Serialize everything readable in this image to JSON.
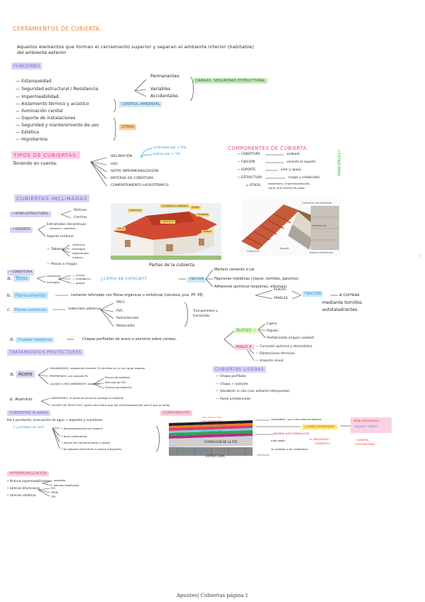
{
  "title": "CERRAMIENTOS DE CUBIERTA.",
  "intro": [
    "Aquellos elementos que forman el cerramiento superior y separan el ambiente interior (habitable)",
    "del ambiente exterior"
  ],
  "funciones": {
    "heading": "FUNCIONES",
    "items": [
      "Estanqueidad",
      "Seguridad estructural / Resistencia",
      "Impermeabilidad.",
      "Aislamiento térmico y acústico",
      "Iluminación cenital",
      "Soporte de instalaciones",
      "Seguridad y mantenimiento de uso",
      "Estética",
      "Higrotermia"
    ],
    "cargas": [
      "Permanentes",
      "Variables",
      "Accidentales"
    ],
    "cargas_box": "CARGAS. SEGURIDAD ESTRUCTURAL",
    "control_box": "CONTROL AMBIENTAL",
    "otras_box": "OTRAS"
  },
  "tipos": {
    "heading": "TIPOS DE CUBIERTAS.",
    "lead": "Teniendo en cuenta:",
    "items": [
      "INCLINACIÓN",
      "USO",
      "SISTM. IMPERMEABILIZACIÓN",
      "MATERIAL DE COBERTURA.",
      "COMPORTAMIENTO HIGROTÉRMICO."
    ],
    "inclinacion_notes": [
      "inclinadas por > 5%.",
      "planas por < 5%."
    ]
  },
  "componentes": {
    "heading": "COMPONENTES DE CUBIERTA.",
    "items": [
      {
        "k": "COBERTURA",
        "v": "acabado"
      },
      {
        "k": "FIJACIÓN",
        "v": "conecta al soporte"
      },
      {
        "k": "SOPORTE",
        "v": "pilar y apoyo"
      },
      {
        "k": "ESTRUCTURA",
        "v": "cargas y estabilidad"
      }
    ],
    "otros_label": "OTROS:",
    "otros_value": [
      "aislamiento, impermeabilización,",
      "cáma. aire, barrera de vapor"
    ],
    "side": "PRINCIPALES!!"
  },
  "inclinadas": {
    "heading": "CUBIERTAS INCLINADAS",
    "sfma": "SFMA ESTRUCTURAL",
    "sfma_items": [
      "Pórticos",
      "Cerchas"
    ],
    "soporte": "SOPORTE",
    "soporte_items": [
      "Entramados discontinuos",
      "(listones o rastreles)",
      "Soporte continuo"
    ],
    "tableros": "Tableros",
    "tableros_items": [
      "cerámico",
      "hormigón",
      "aglomerado",
      "madera"
    ],
    "placas": "Placas o chapas",
    "partes": "Partes de la cubierta.",
    "house_tags": [
      "Limahoya",
      "Cumbrera o caballete",
      "Alero",
      "Faldón",
      "Limatesa",
      "Cobertura",
      "Hastial"
    ],
    "roof_tags": [
      "Formación de pendiente",
      "Aislamiento",
      "Cobertura",
      "Soporte",
      "Sistema estructural"
    ]
  },
  "cobertura": {
    "heading": "COBERTURA",
    "tejas_label": "Tejas",
    "tejas_types": [
      "cerámicas",
      "hormigón"
    ],
    "tejas_shapes": [
      "curvas",
      "mixtas",
      "planas"
    ],
    "como": "¿cómo se colocan?",
    "fijacion": "FIJACIÓN",
    "fijacion_items": [
      "Mortero cemento o cal",
      "Fijaciones metálicas (clavos, tornillos, ganchos)",
      "Adhesivos químicos (espumas, siliconas)"
    ],
    "fibro_label": "Fibrocemento",
    "fibro_text": "cemento reforzado con fibras orgánicas o sintéticas (celulosa, pva, PP, PE)",
    "fibro_branches": [
      "PLACAS",
      "PANELES"
    ],
    "fibro_fijacion": "FIJACIÓN",
    "fibro_end": [
      "a correas",
      "mediante tornillos",
      "autotaladrantes."
    ],
    "sint_label": "Placas sintéticas",
    "sint_text": "materiales plásticos",
    "sint_items": [
      "PRFV",
      "PVC",
      "Policarbonato",
      "Metacrilato"
    ],
    "sint_end": [
      "Transparentes y",
      "traslúcidas"
    ],
    "chapa_label": "Chapas metálicas",
    "chapa_text": "Chapas perfiladas de acero o aluminio sobre correas.",
    "bueno": "BUENO",
    "bueno_items": [
      "Ligero",
      "Rápido",
      "Prefabricado (mayor calidad)"
    ],
    "malo": "MALO",
    "malo_items": [
      "Corrosión química y electrolítica",
      "Dilataciones térmicas",
      "Impacto visual"
    ]
  },
  "tratamientos": {
    "heading": "TRATAMIENTOS PROTECTORES",
    "acero": "Acero",
    "acero_items": [
      "GALVANIZADO, exposición durante 15 de años en zn con igual espesor",
      "PREPINTADO con esmalte PL",
      "LACADO o RECUBRIMIENTO orgánico"
    ],
    "acero_sub": [
      "Pintura de poliéster",
      "Películas de PVC",
      "Fluoruro de polivinilo"
    ],
    "aluminio": "Aluminio",
    "aluminio_items": [
      "ANODIZADO, el óxido de aluminio protege al material.",
      "LACADO DE SELECTIVO, poner otra mano que por electrodeposición sea el que se oxida."
    ]
  },
  "ligeras": {
    "heading": "CUBIERTAS LIGERAS",
    "items": [
      "Chapa perfilada",
      "Chapa + aislante",
      "Sándwich in situ (con aislante interpuesto)",
      "Panel prefabricado"
    ]
  },
  "planas": {
    "heading": "CUBIERTAS PLANAS",
    "lead": "Poca pendiente, evacuación de agua + bajantes y sumideros.",
    "question": "¿ventajas de uso?",
    "items": [
      "Aprovechamiento de espacio",
      "Buen aislamiento",
      "Ahorro de mantenimiento y costes",
      "Se adaptan fácilmente a planos irregulares"
    ]
  },
  "componentes2": {
    "heading": "COMPONENTES",
    "layers": [
      "CAPA PROTECTORA",
      "CAPA SEPARADORA",
      "AISLANTE TÉRMICO",
      "CAPA SEPARADORA",
      "BARRERA ANTIVAPOR/SEMI"
    ],
    "right_notes": [
      "Geotextiles, una o dos telas de plástico",
      "¿CUÁNDO SEPARADOR?",
      "BARRERA ANTICONDENSACIÓN"
    ],
    "formacion": "FORMACIÓN DE LA PTE",
    "mas_abajo": "más abajo",
    "protege": "se protege a los materiales.",
    "estructura": "ESTRUCTURA",
    "imp_note": "IMPERMEABILIZACIÓN",
    "important": [
      "¡IMPORTANTE!",
      "ELEMENTO!!"
    ],
    "membrana": [
      "MEMB. IMPERMEABLE",
      "AISLANTE TÉRMICO"
    ],
    "cubierta_conv": [
      "CUBIERTA",
      "CONVENCIONAL"
    ]
  },
  "impermeabilizacion": {
    "heading": "IMPERMEABILIZACIÓN",
    "items": [
      "Pinturas impermeabilizantes",
      "Láminas bituminosas",
      "Láminas sintéticas"
    ],
    "sub1": [
      "oxiasfalto",
      "betunes modificados"
    ],
    "sub2": [
      "PVC",
      "EPDM",
      "TPO"
    ]
  },
  "footer": "Apuntes| Cubiertas página 1",
  "colors": {
    "title": "#ef7d2d",
    "purple_hl": "#dcd3f6",
    "yellow_hl": "#f7e76e",
    "blue_hl": "#cfe8f7",
    "orange_hl": "#f9d09a",
    "pink_hl": "#fbd1e4",
    "green_hl": "#c9ecc0"
  }
}
